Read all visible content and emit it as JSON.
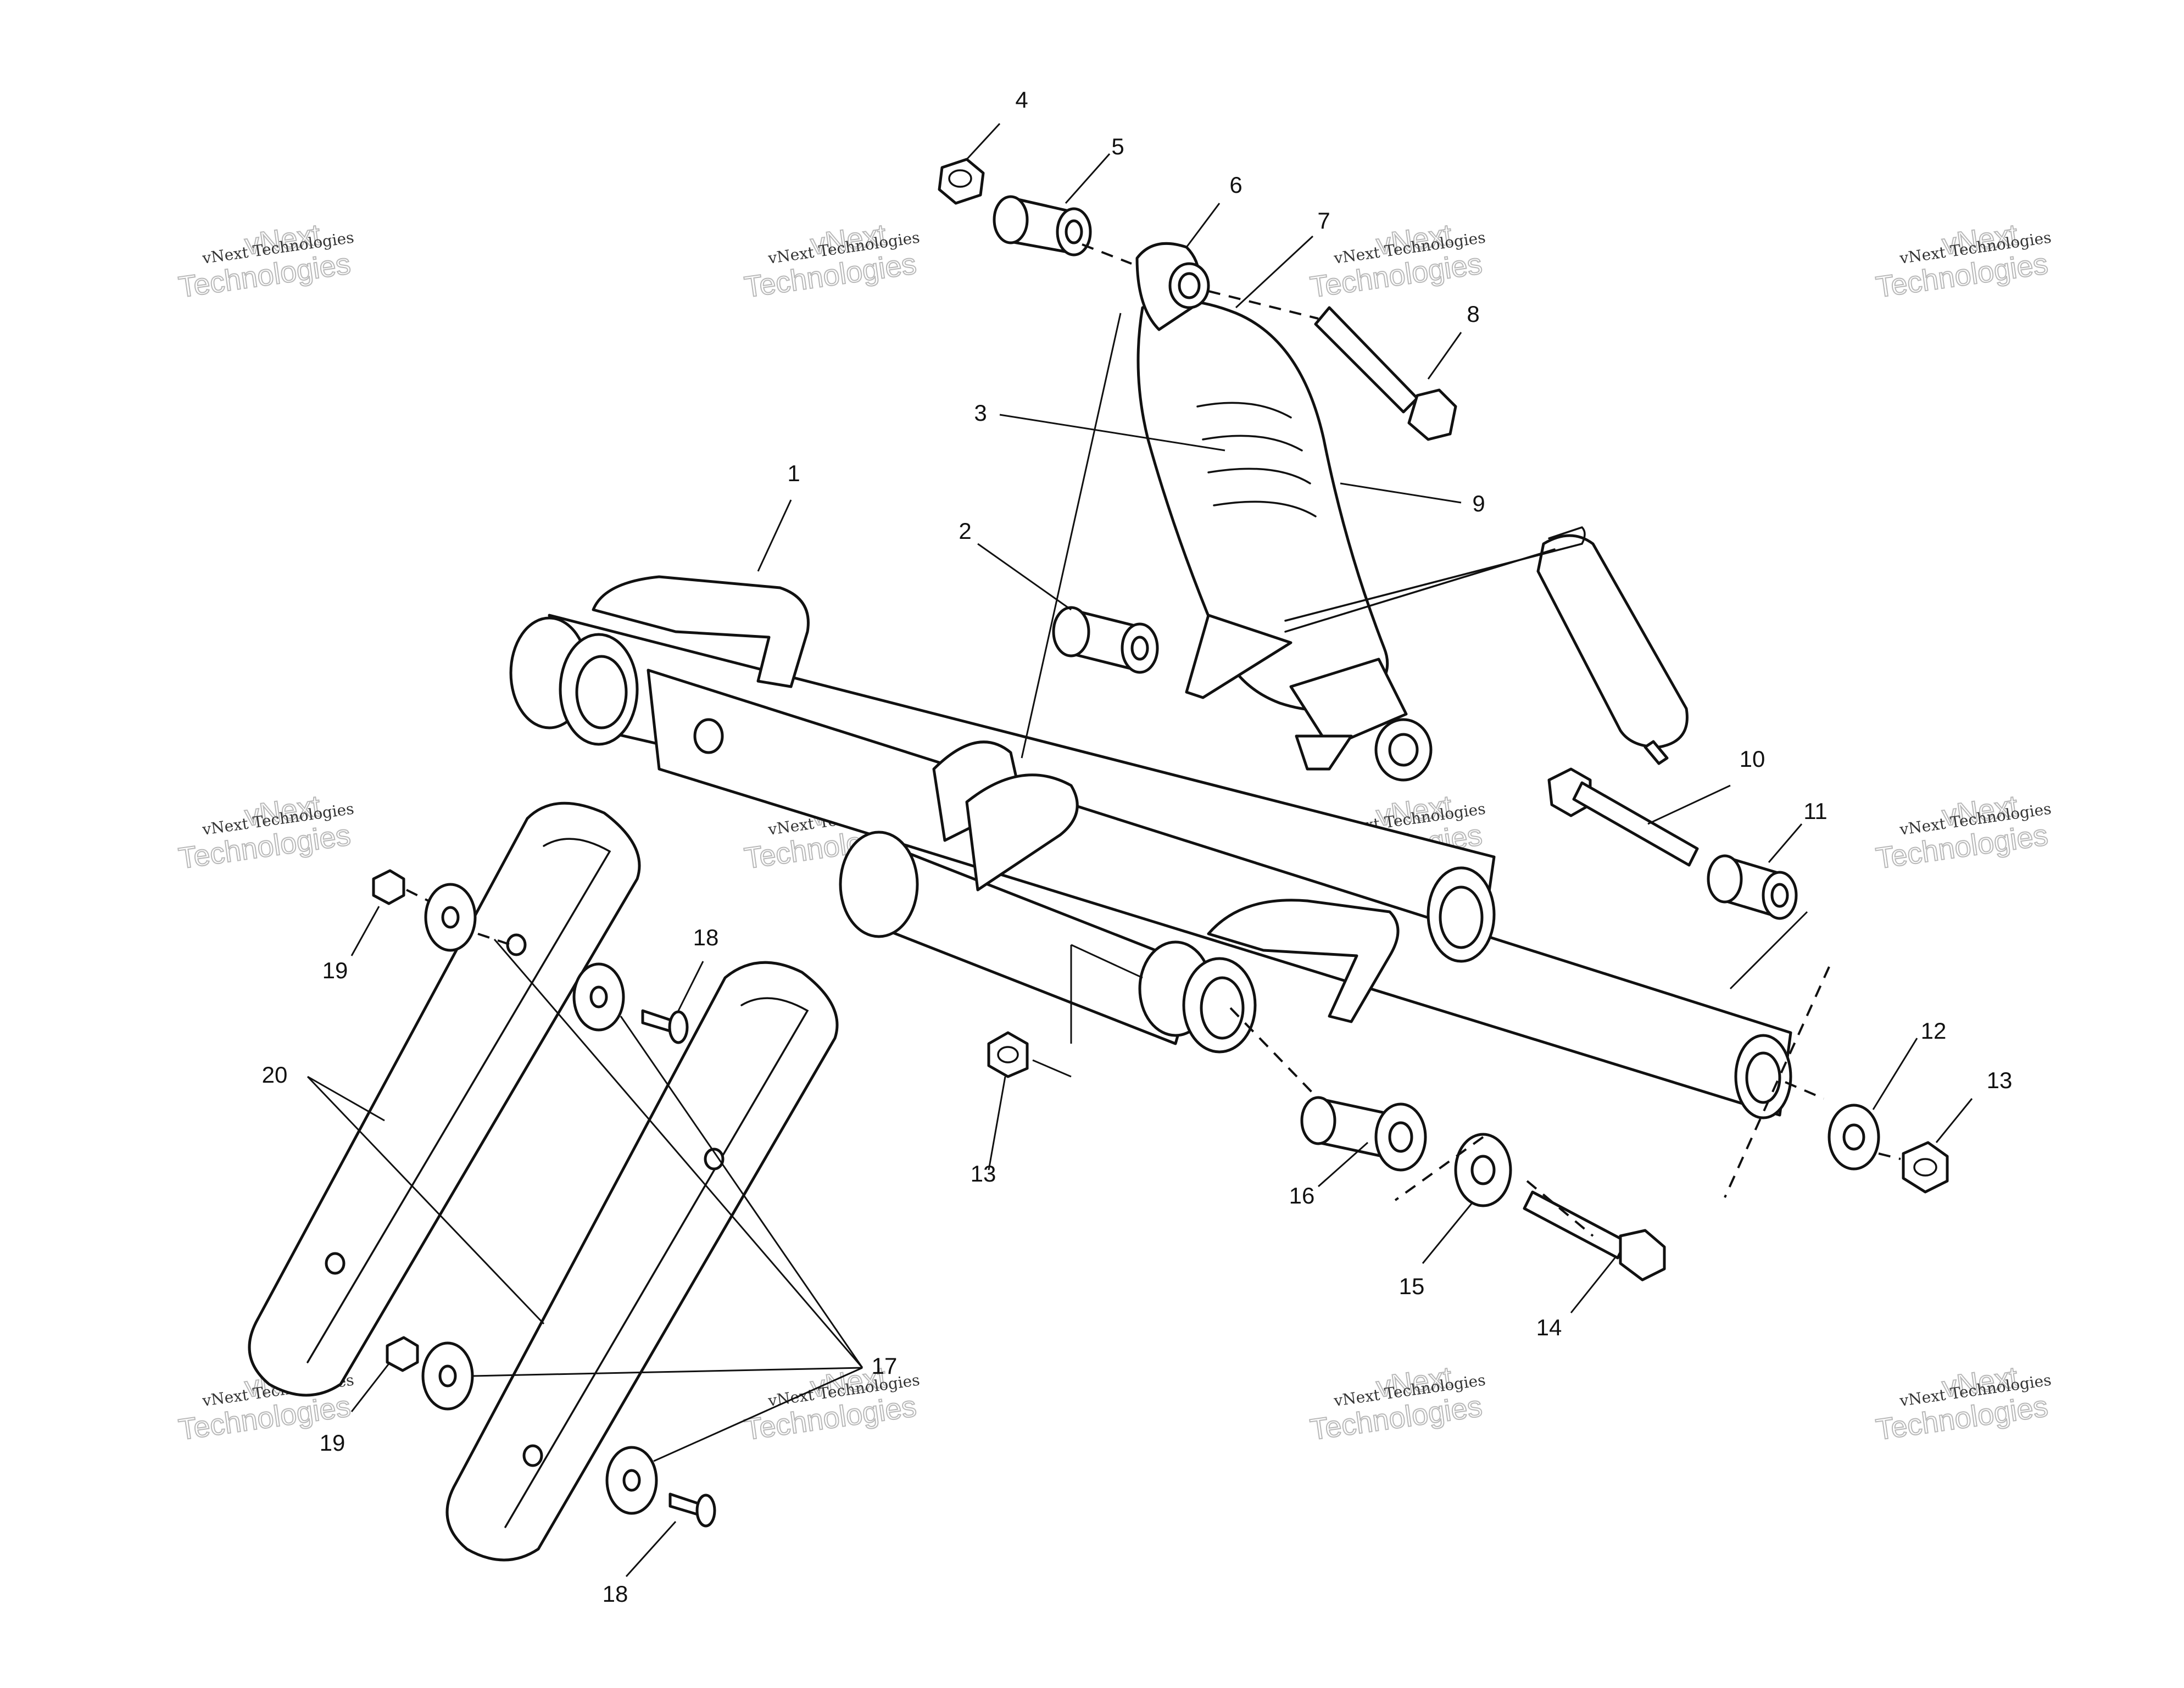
{
  "watermark": {
    "line1": "vNext Technologies",
    "line2": "vNext",
    "line3": "Technologies"
  },
  "callouts": [
    "1",
    "2",
    "3",
    "4",
    "5",
    "6",
    "7",
    "8",
    "9",
    "10",
    "11",
    "12",
    "13",
    "13",
    "14",
    "15",
    "16",
    "17",
    "18",
    "18",
    "19",
    "19",
    "20"
  ],
  "colors": {
    "ink": "#111111",
    "background": "#ffffff",
    "watermark": "#b8b8b8"
  }
}
